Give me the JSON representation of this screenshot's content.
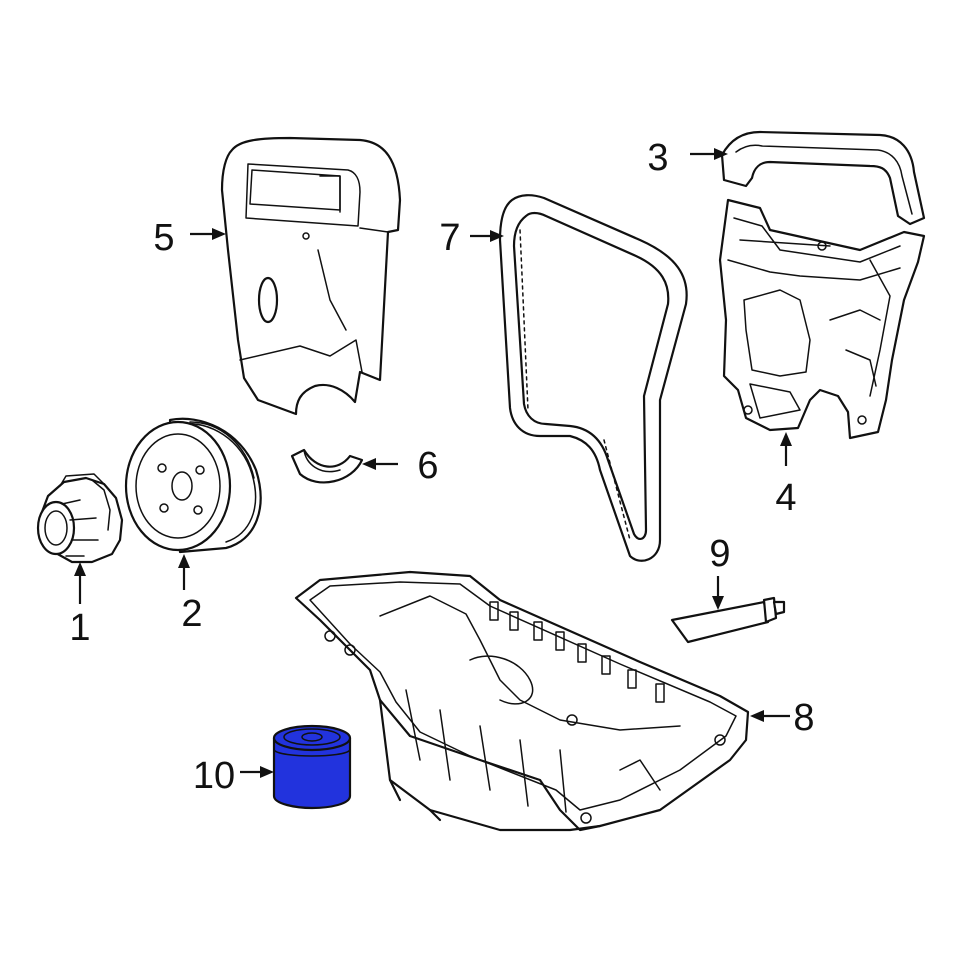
{
  "callouts": [
    {
      "id": "1",
      "label": "1"
    },
    {
      "id": "2",
      "label": "2"
    },
    {
      "id": "3",
      "label": "3"
    },
    {
      "id": "4",
      "label": "4"
    },
    {
      "id": "5",
      "label": "5"
    },
    {
      "id": "6",
      "label": "6"
    },
    {
      "id": "7",
      "label": "7"
    },
    {
      "id": "8",
      "label": "8"
    },
    {
      "id": "9",
      "label": "9"
    },
    {
      "id": "10",
      "label": "10"
    }
  ],
  "colors": {
    "line": "#111111",
    "background": "#ffffff",
    "highlight_part": "#2233dd"
  },
  "highlighted_callout": "10"
}
